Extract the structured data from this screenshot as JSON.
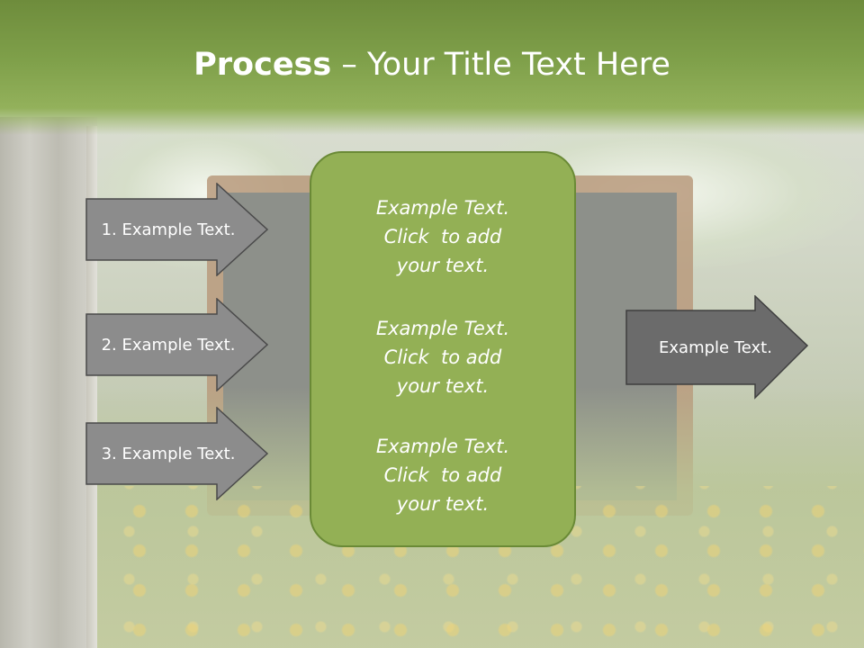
{
  "title": {
    "bold": "Process",
    "rest": " – Your Title Text Here"
  },
  "left_steps": [
    {
      "label": "1. Example Text."
    },
    {
      "label": "2. Example Text."
    },
    {
      "label": "3. Example Text."
    }
  ],
  "center_texts": [
    {
      "l1": "Example Text.",
      "l2": "Click  to add",
      "l3": "your text."
    },
    {
      "l1": "Example Text.",
      "l2": "Click  to add",
      "l3": "your text."
    },
    {
      "l1": "Example Text.",
      "l2": "Click  to add",
      "l3": "your text."
    }
  ],
  "right_step": {
    "label": "Example Text."
  },
  "colors": {
    "title_bar": "#7fa04a",
    "center_box": "#93b055",
    "left_arrow": "#8c8c8c",
    "right_arrow": "#6b6b6b",
    "text": "#ffffff"
  }
}
